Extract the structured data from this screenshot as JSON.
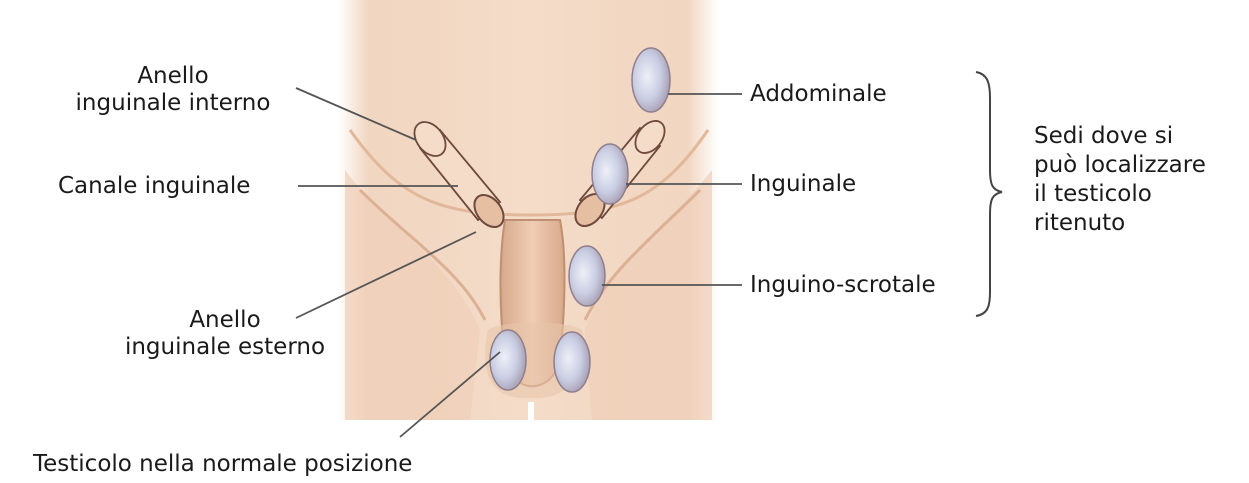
{
  "labels": {
    "internal_ring": "Anello\ninguinale interno",
    "inguinal_canal": "Canale inguinale",
    "external_ring": "Anello\ninguinale esterno",
    "normal_position": "Testicolo nella normale posizione",
    "abdominal": "Addominale",
    "inguinal": "Inguinale",
    "inguino_scrotal": "Inguino-scrotale",
    "sites_note": "Sedi dove si\npuò localizzare\nil testicolo\nritenuto"
  },
  "colors": {
    "skin_light": "#f3d9c4",
    "skin_mid": "#e6bfa3",
    "skin_dark": "#c9977a",
    "testis": "#cfd3e6",
    "leader": "#555555"
  }
}
